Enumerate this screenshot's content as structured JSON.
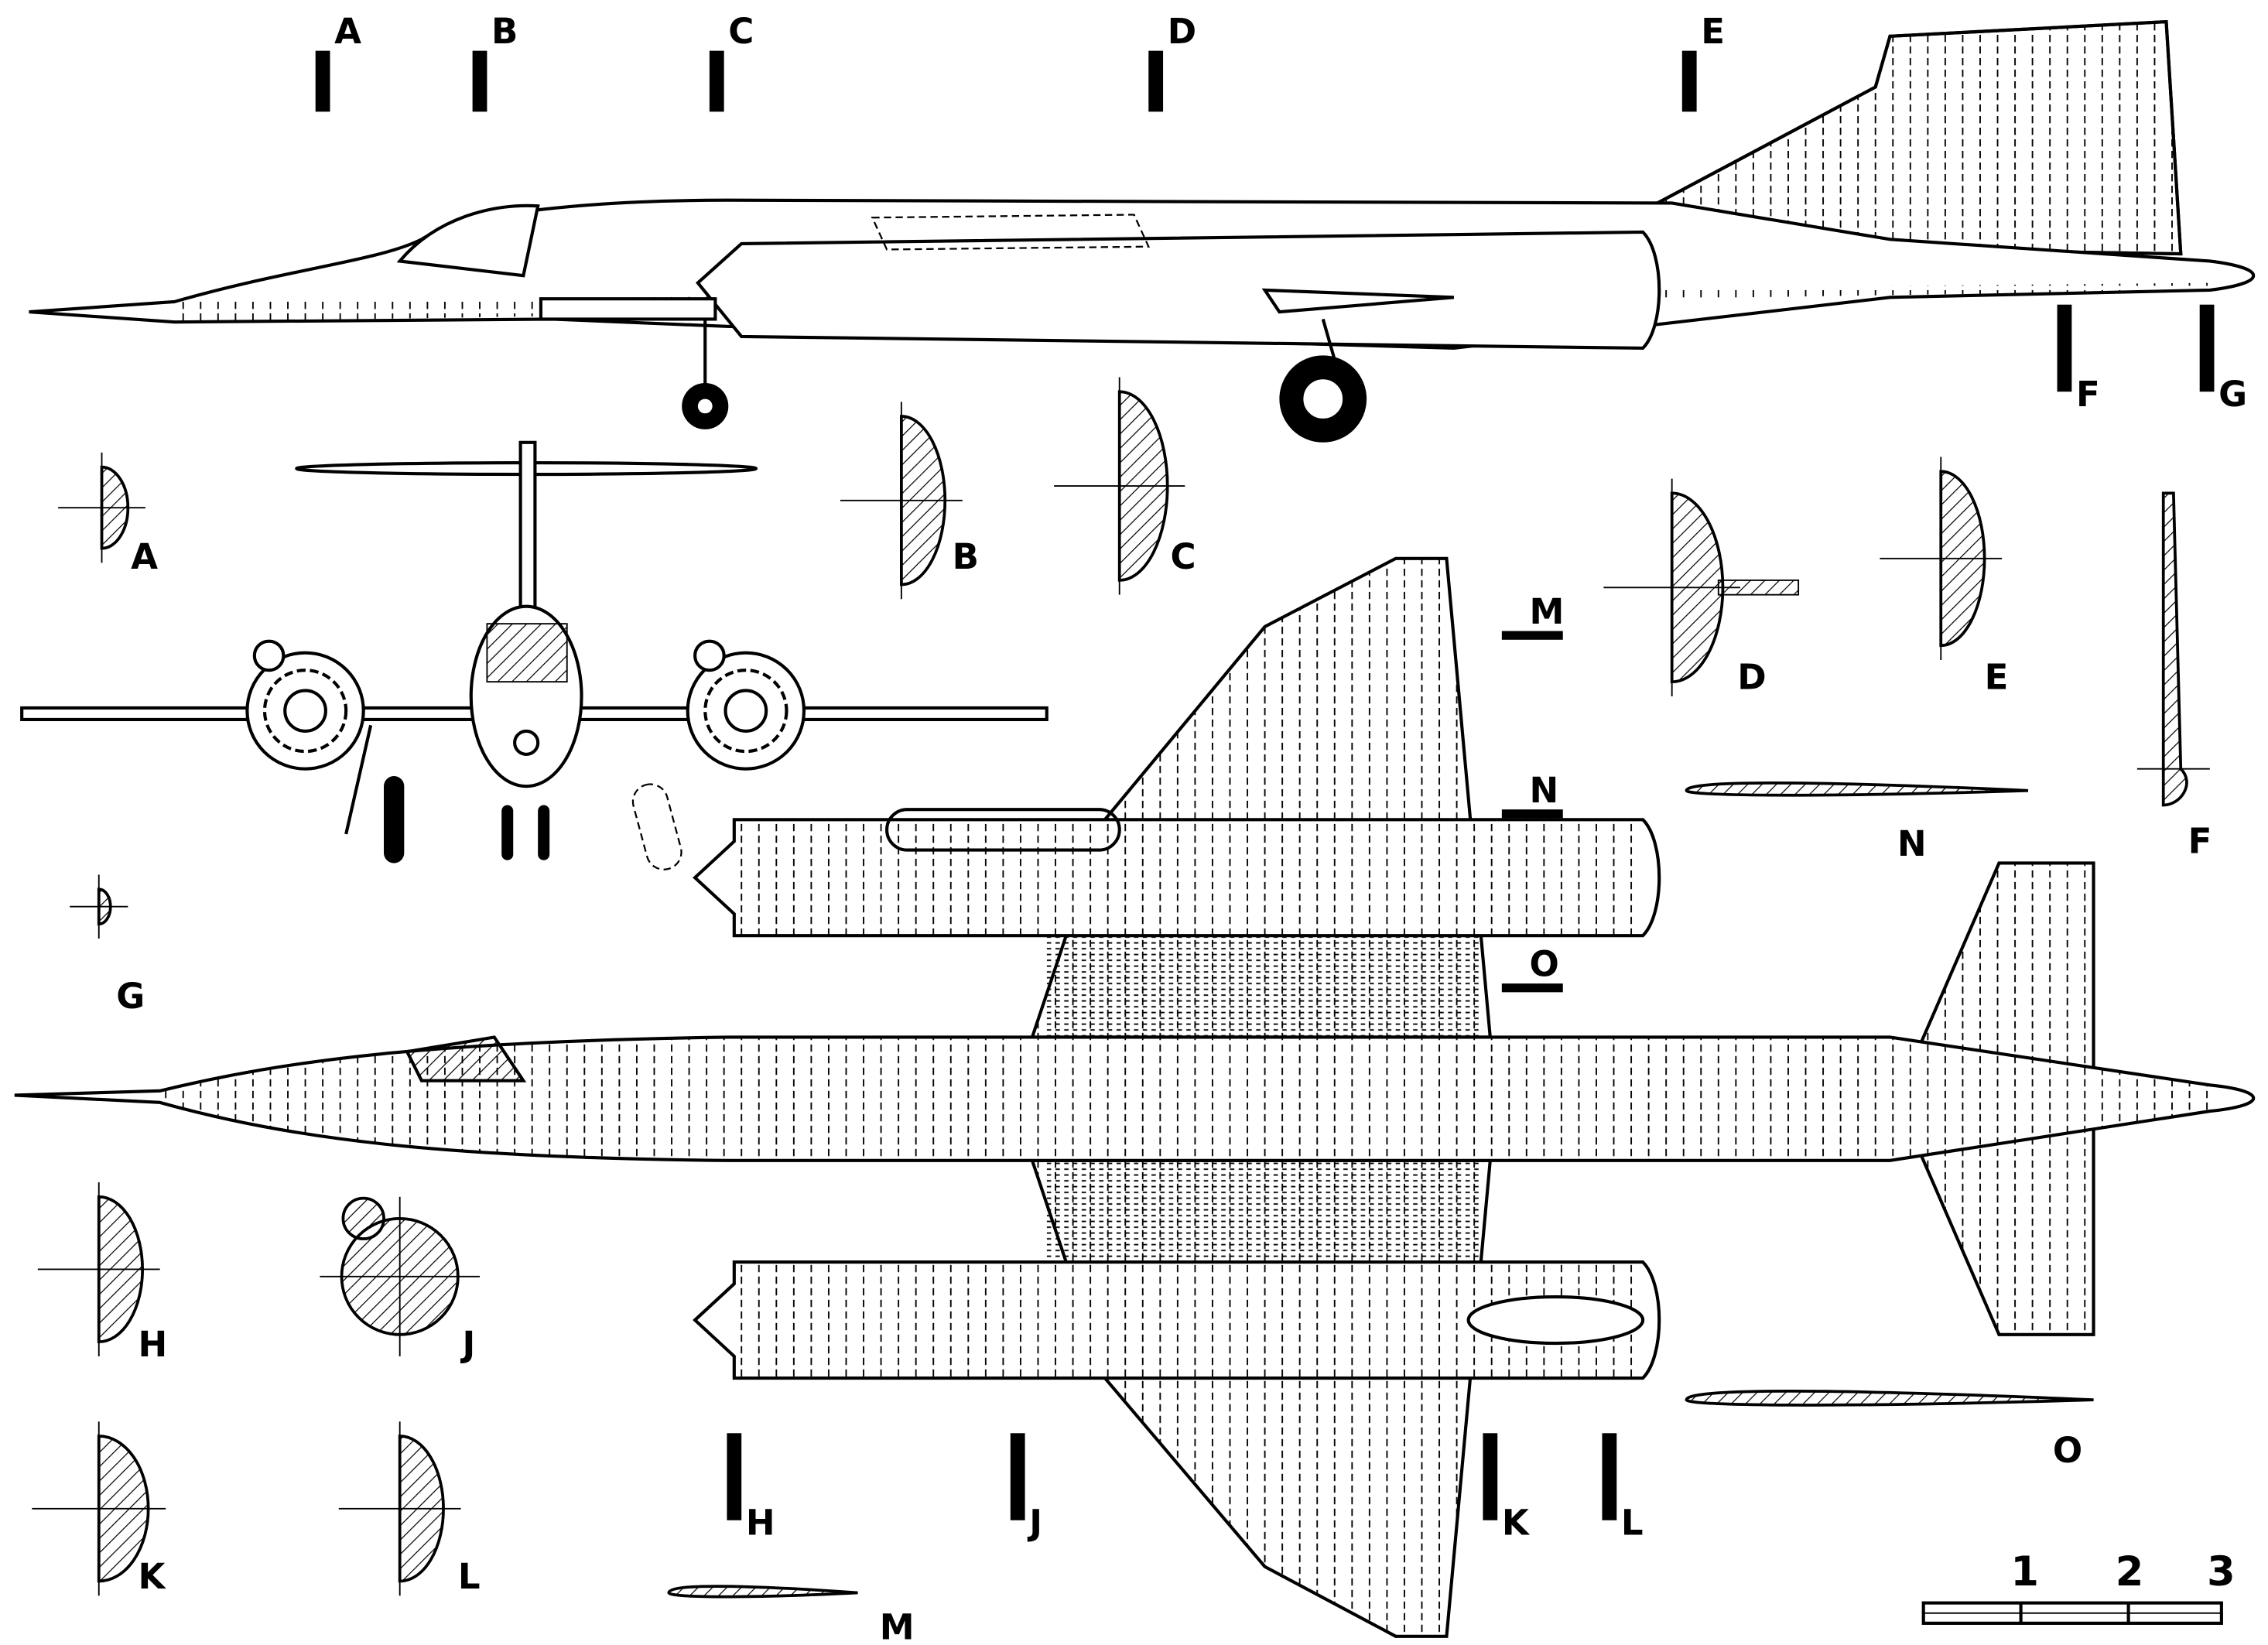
{
  "side_view_stations": [
    "A",
    "B",
    "C",
    "D",
    "E",
    "F",
    "G"
  ],
  "plan_view_stations": [
    "H",
    "J",
    "K",
    "L"
  ],
  "wing_section_markers": [
    "M",
    "N",
    "O"
  ],
  "section_labels": [
    "A",
    "B",
    "C",
    "D",
    "E",
    "F",
    "G",
    "H",
    "J",
    "K",
    "L",
    "M",
    "N",
    "O"
  ],
  "scale": {
    "ticks": [
      "1",
      "2",
      "3"
    ]
  }
}
